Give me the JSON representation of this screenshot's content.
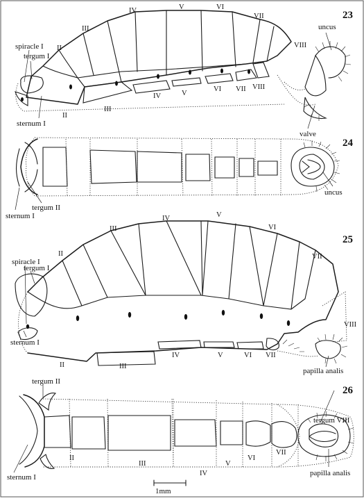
{
  "figures": [
    {
      "number": "23",
      "labels": [
        "spiracle I",
        "tergum I",
        "sternum I",
        "uncus",
        "valve"
      ],
      "tergite_numerals": [
        "II",
        "III",
        "IV",
        "V",
        "VI",
        "VII",
        "VIII"
      ],
      "sternite_numerals": [
        "II",
        "III",
        "IV",
        "V",
        "VI",
        "VII",
        "VIII"
      ]
    },
    {
      "number": "24",
      "labels": [
        "tergum II",
        "sternum I",
        "uncus"
      ]
    },
    {
      "number": "25",
      "labels": [
        "spiracle I",
        "tergum I",
        "sternum I",
        "papilla analis"
      ],
      "tergite_numerals": [
        "II",
        "III",
        "IV",
        "V",
        "VI",
        "VII",
        "VIII"
      ],
      "sternite_numerals": [
        "II",
        "III",
        "IV",
        "V",
        "VI",
        "VII"
      ]
    },
    {
      "number": "26",
      "labels": [
        "tergum II",
        "sternum I",
        "tergum VIII",
        "papilla analis"
      ],
      "sternite_numerals": [
        "II",
        "III",
        "IV",
        "V",
        "VI",
        "VII"
      ]
    }
  ],
  "scale_bar": {
    "label": "1mm"
  },
  "colors": {
    "ink": "#1a1a1a",
    "background": "#ffffff",
    "frame": "#555555"
  }
}
